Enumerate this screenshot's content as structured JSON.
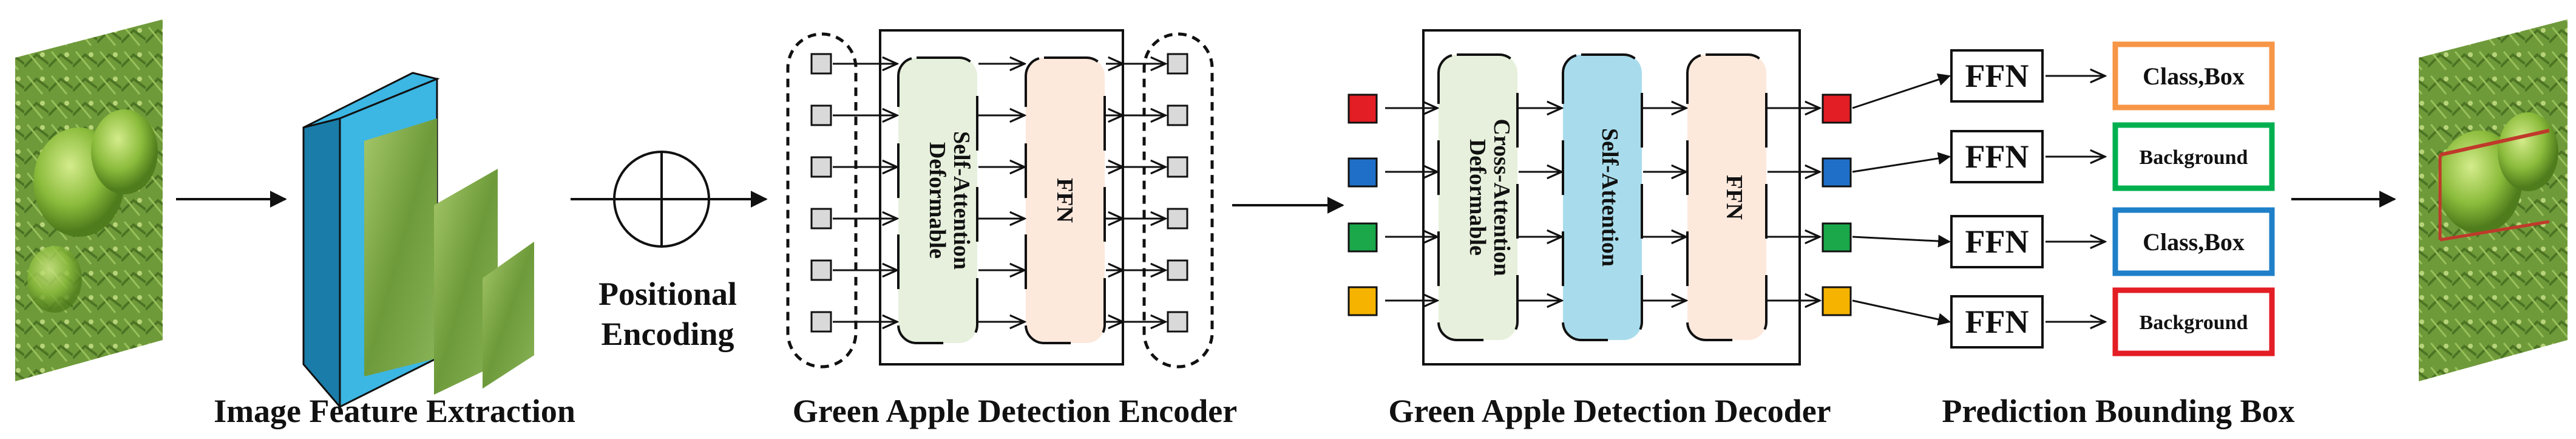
{
  "captions": {
    "feature_extraction": "Image Feature Extraction",
    "positional_encoding_line1": "Positional",
    "positional_encoding_line2": "Encoding",
    "encoder": "Green Apple Detection Encoder",
    "decoder": "Green Apple Detection Decoder",
    "prediction": "Prediction Bounding Box"
  },
  "encoder": {
    "attention_line1": "Deformable",
    "attention_line2": "Self-Attention",
    "ffn": "FFN"
  },
  "decoder": {
    "cross_attention_line1": "Deformable",
    "cross_attention_line2": "Cross-Attention",
    "self_attention": "Self-Attention",
    "ffn": "FFN"
  },
  "prediction_heads": {
    "ffn_label": "FFN",
    "outputs": [
      {
        "label": "Class,Box",
        "color": "#f79646"
      },
      {
        "label": "Background",
        "color": "#00b050"
      },
      {
        "label": "Class,Box",
        "color": "#1f7fc8"
      },
      {
        "label": "Background",
        "color": "#e31e24"
      }
    ]
  },
  "query_colors": [
    "#e31e24",
    "#1f6fc8",
    "#1aa84a",
    "#f6b400"
  ],
  "colors": {
    "encoder_attention_fill": "#e6f0dc",
    "ffn_fill": "#fde8dc",
    "decoder_self_attention_fill": "#a8dcec",
    "backbone_face": "#3cb6e3",
    "token_fill": "#d9d9d9"
  }
}
